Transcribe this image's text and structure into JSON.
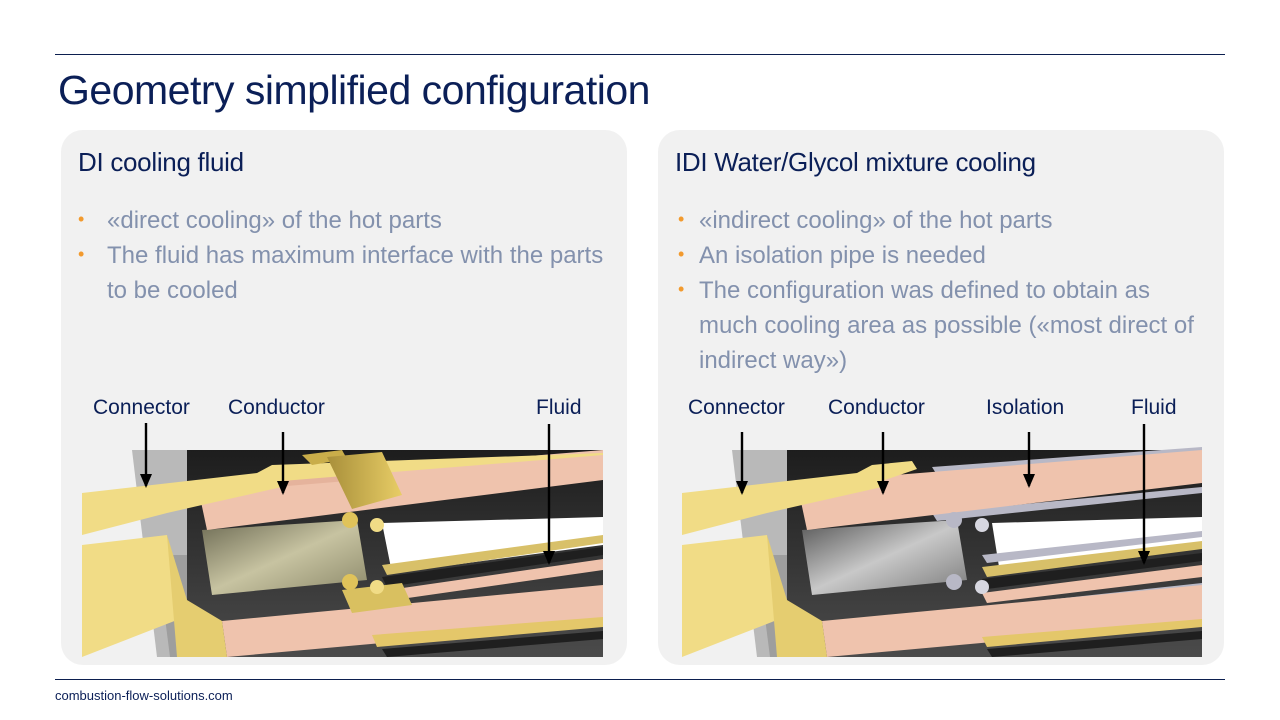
{
  "slide": {
    "title": "Geometry simplified configuration",
    "footer_url": "combustion-flow-solutions.com"
  },
  "left_panel": {
    "heading": "DI cooling fluid",
    "bullets": [
      "«direct cooling» of the hot parts",
      "The fluid has maximum interface with the parts to be cooled"
    ],
    "callouts": {
      "connector": "Connector",
      "conductor": "Conductor",
      "fluid": "Fluid"
    }
  },
  "right_panel": {
    "heading": "IDI Water/Glycol mixture cooling",
    "bullets": [
      "«indirect cooling» of the hot parts",
      "An isolation pipe is needed",
      "The configuration was defined to obtain as much cooling area as possible («most direct of indirect way»)"
    ],
    "callouts": {
      "connector": "Connector",
      "conductor": "Conductor",
      "isolation": "Isolation",
      "fluid": "Fluid"
    }
  },
  "colors": {
    "title_navy": "#0b1f57",
    "bullet_text": "#8391ad",
    "bullet_dot": "#f29a2e",
    "panel_bg": "#f1f1f1",
    "connector_yellow": "#f1dc86",
    "conductor_pink": "#efc3ad",
    "fluid_dark": "#2b2b2b",
    "insulator_grey": "#b3b3b3"
  }
}
